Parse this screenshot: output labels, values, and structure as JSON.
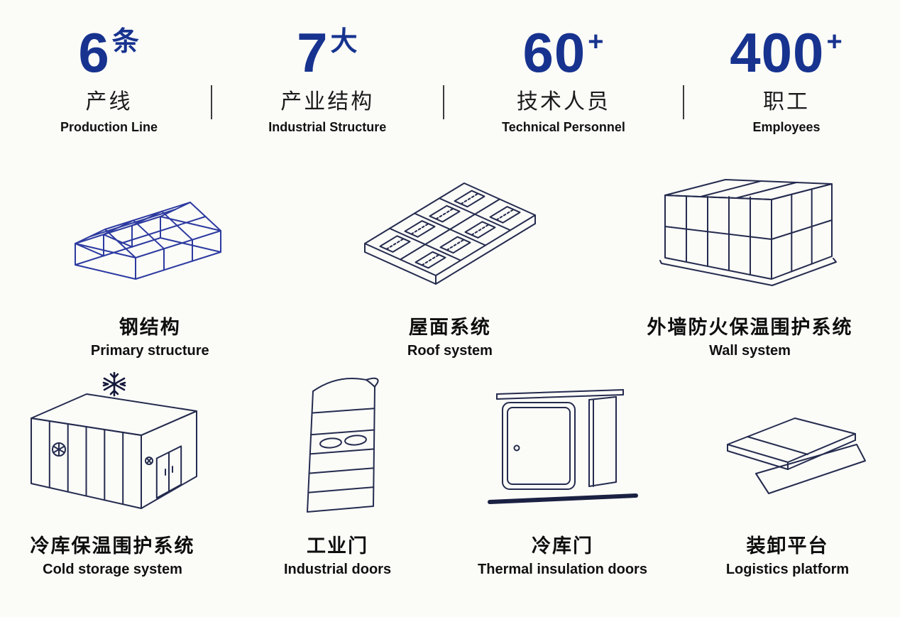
{
  "colors": {
    "accent": "#17338f",
    "line_art": "#242b4e",
    "steel_blue": "#2c3aa0",
    "background": "#fbfbf8"
  },
  "stats": {
    "items": [
      {
        "value": "6",
        "suffix": "条",
        "zh": "产线",
        "en": "Production Line"
      },
      {
        "value": "7",
        "suffix": "大",
        "zh": "产业结构",
        "en": "Industrial Structure"
      },
      {
        "value": "60",
        "suffix": "+",
        "zh": "技术人员",
        "en": "Technical Personnel"
      },
      {
        "value": "400",
        "suffix": "+",
        "zh": "职工",
        "en": "Employees"
      }
    ]
  },
  "products": {
    "row1": [
      {
        "zh": "钢结构",
        "en": "Primary structure",
        "icon": "steel-structure-icon"
      },
      {
        "zh": "屋面系统",
        "en": "Roof system",
        "icon": "roof-panel-icon"
      },
      {
        "zh": "外墙防火保温围护系统",
        "en": "Wall system",
        "icon": "wall-panel-building-icon"
      }
    ],
    "row2": [
      {
        "zh": "冷库保温围护系统",
        "en": "Cold storage system",
        "icon": "cold-storage-icon"
      },
      {
        "zh": "工业门",
        "en": "Industrial doors",
        "icon": "industrial-door-icon"
      },
      {
        "zh": "冷库门",
        "en": "Thermal insulation doors",
        "icon": "cold-storage-door-icon"
      },
      {
        "zh": "装卸平台",
        "en": "Logistics platform",
        "icon": "dock-leveler-icon"
      }
    ]
  }
}
